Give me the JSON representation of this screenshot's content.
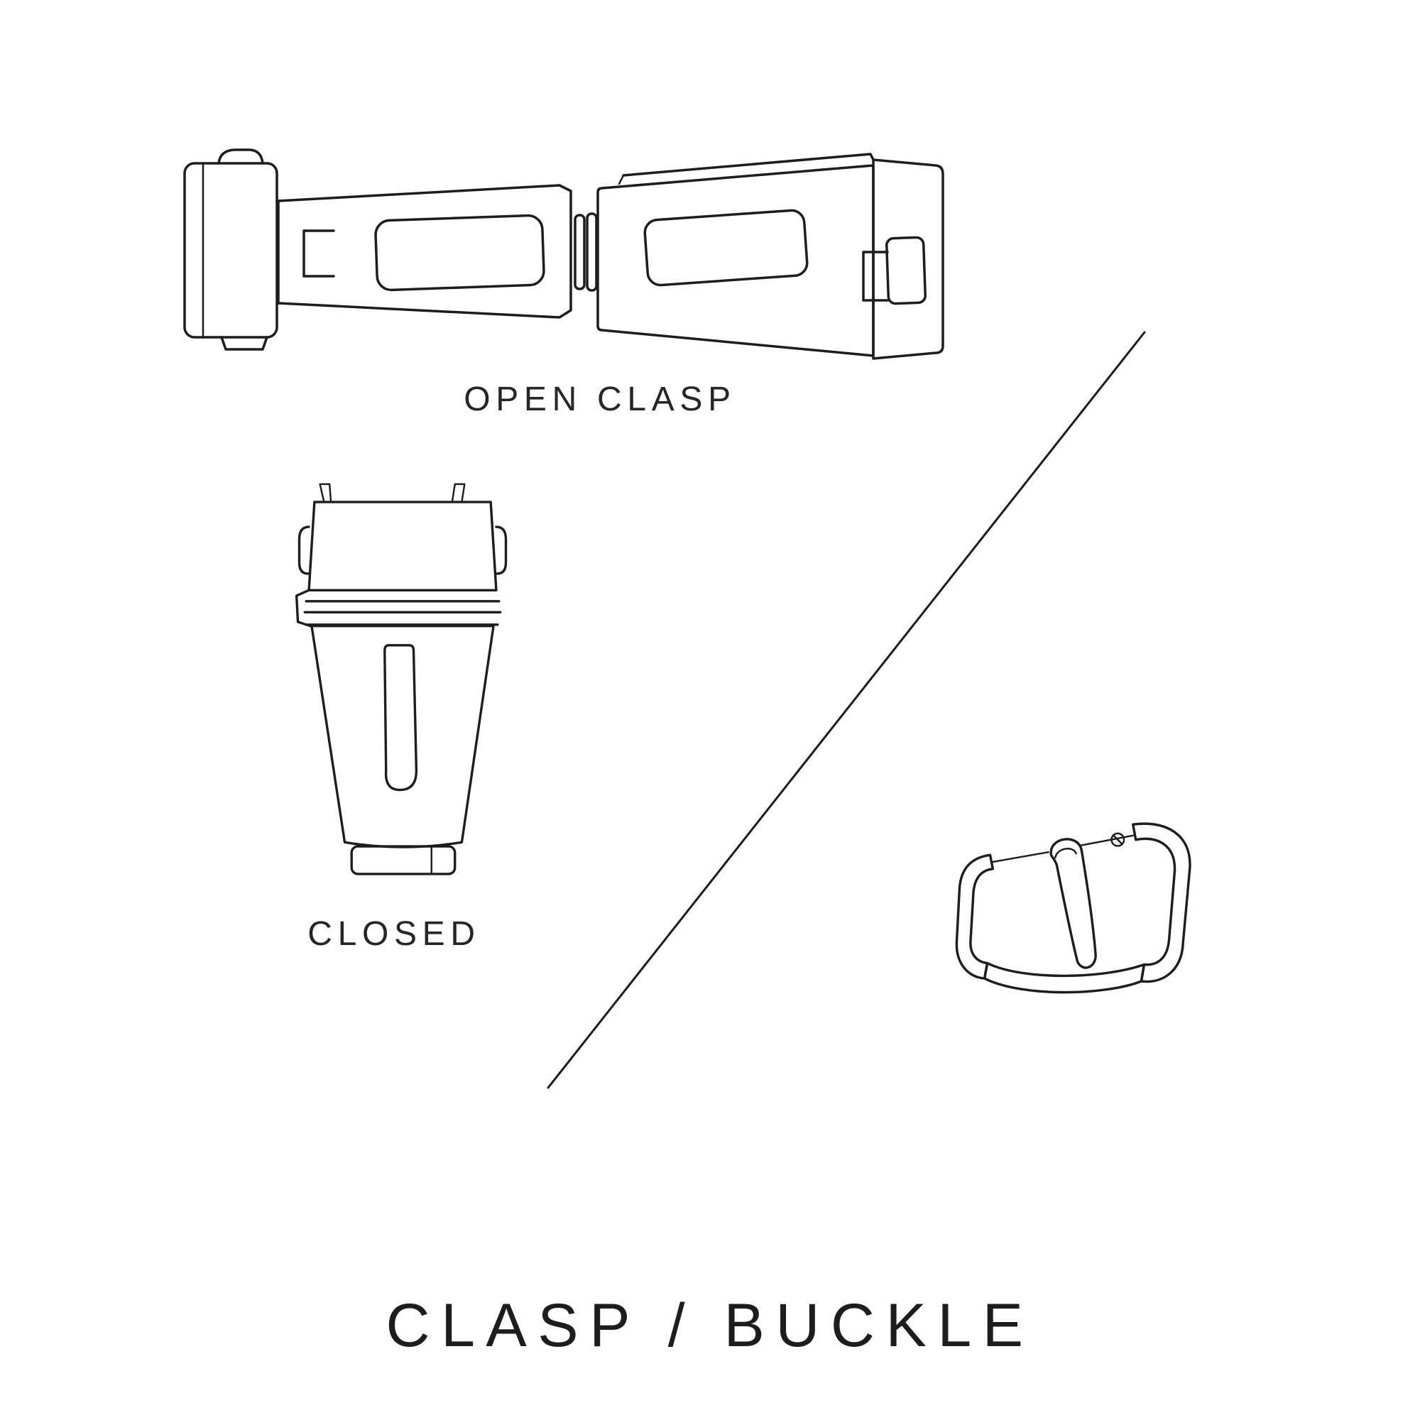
{
  "page": {
    "background": "#ffffff",
    "ink_color": "#1d1d1d",
    "title": "CLASP / BUCKLE"
  },
  "figures": {
    "open_clasp": {
      "label": "OPEN CLASP",
      "icon": "open-clasp-illustration"
    },
    "closed_clasp": {
      "label": "CLOSED",
      "icon": "closed-clasp-illustration"
    },
    "buckle": {
      "icon": "buckle-illustration"
    }
  }
}
